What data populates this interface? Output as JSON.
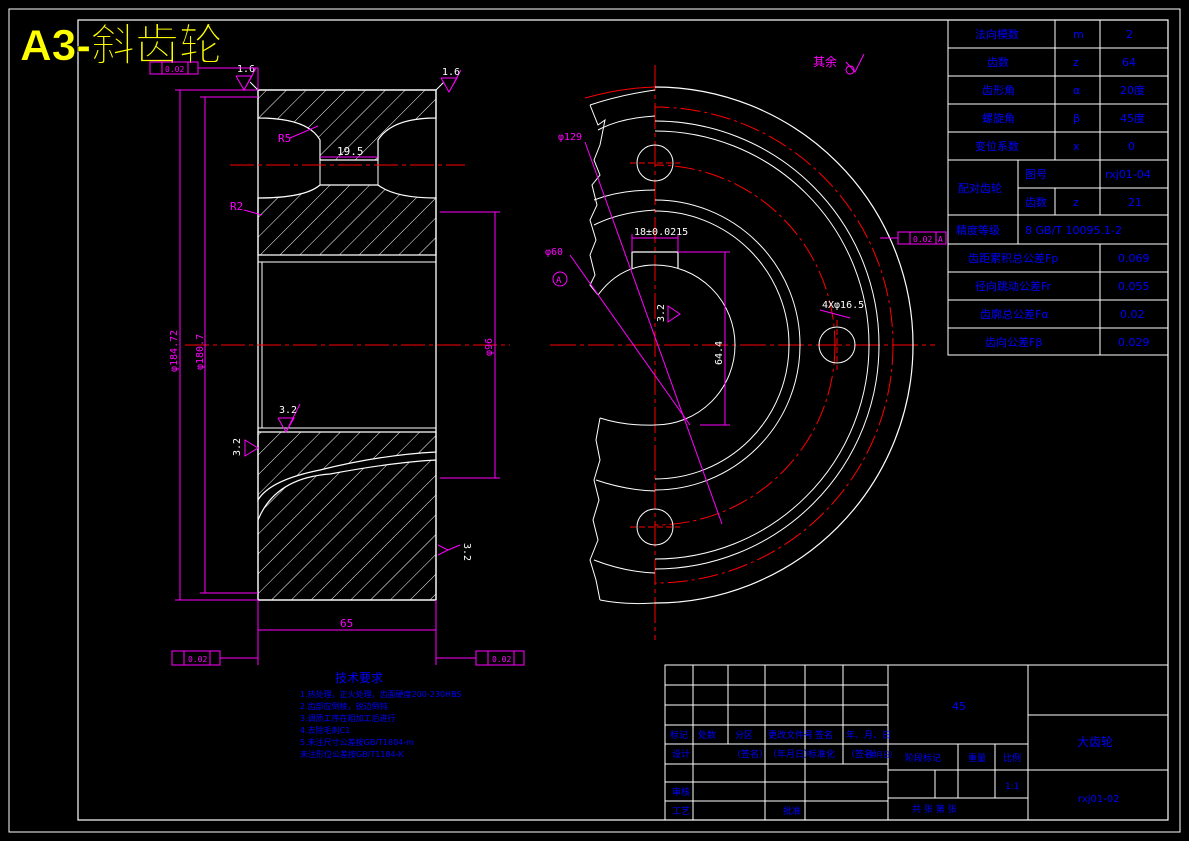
{
  "header": {
    "title": "A3-斜齿轮"
  },
  "colors": {
    "background": "#000000",
    "line": "#ffffff",
    "center_line": "#ff0000",
    "dimension": "#ff00ff",
    "table_text": "#0000ff",
    "table_border": "#ffffff",
    "title_text": "#ffff00",
    "notes_text": "#0000ff"
  },
  "gear_table": {
    "rows": [
      {
        "label": "法向模数",
        "symbol": "m",
        "value": "2"
      },
      {
        "label": "齿数",
        "symbol": "z",
        "value": "64"
      },
      {
        "label": "齿形角",
        "symbol": "α",
        "value": "20度"
      },
      {
        "label": "螺旋角",
        "symbol": "β",
        "value": "45度"
      },
      {
        "label": "变位系数",
        "symbol": "x",
        "value": "0"
      }
    ],
    "mating": {
      "label": "配对齿轮",
      "drawing_label": "图号",
      "drawing_value": "rxj01-04",
      "teeth_label": "齿数",
      "teeth_symbol": "z",
      "teeth_value": "21"
    },
    "accuracy": {
      "label": "精度等级",
      "value": "8 GB/T 10095.1-2"
    },
    "tolerances": [
      {
        "label": "齿距累积总公差Fp",
        "value": "0.069"
      },
      {
        "label": "径向跳动公差Fr",
        "value": "0.055"
      },
      {
        "label": "齿廓总公差Fα",
        "value": "0.02"
      },
      {
        "label": "齿向公差Fβ",
        "value": "0.029"
      }
    ]
  },
  "dimensions": {
    "r5": "R5",
    "r2": "R2",
    "web_width": "19.5",
    "tip_dia": "φ184.72",
    "root_dia": "φ180.7",
    "bore_dia": "φ96",
    "face_width": "65",
    "roughness_1": "1.6",
    "roughness_2": "1.6",
    "roughness_3": "3.2",
    "roughness_4": "3.2",
    "roughness_5": "3.2",
    "roughness_6": "3.2",
    "ra_other": "其余",
    "circle_dia": "φ129",
    "bore_tol": "φ60",
    "datum": "A",
    "keyway": "18±0.0215",
    "key_depth": "64.4",
    "holes": "4Xφ16.5",
    "fcf_top": "0.02",
    "fcf_right": "0.02",
    "fcf_left_bot": "0.02",
    "fcf_right_bot": "0.02",
    "fcf_datum": "A"
  },
  "tech_notes": {
    "title": "技术要求",
    "lines": [
      "1.热处理，正火处理，齿面硬度200-230HBS",
      "2.齿部应倒棱，锐边倒钝",
      "3.调质工序在粗加工后进行",
      "4.去除毛刺C1",
      "5.未注尺寸公差按GB/T1804-m",
      "未注形位公差按GB/T1184-K"
    ]
  },
  "title_block": {
    "material": "45",
    "part_name": "大齿轮",
    "drawing_no": "rxj01-02",
    "row_labels": [
      "标记",
      "处数",
      "分区",
      "更改文件号",
      "签名",
      "年、月、日"
    ],
    "design_row": [
      "设计",
      "（签名）",
      "（年月日）",
      "标准化",
      "（签名）",
      "（年月日）"
    ],
    "review": "审核",
    "process": "工艺",
    "approve": "批准",
    "stage_label": "阶段标记",
    "weight_label": "重量",
    "scale_label": "比例",
    "scale_value": "1:1",
    "sheets": "共    张 第    张"
  }
}
